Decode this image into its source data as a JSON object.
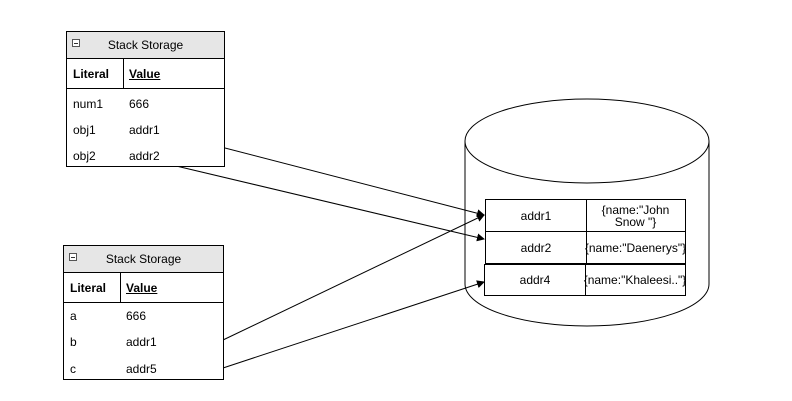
{
  "stack_tables": [
    {
      "title": "Stack Storage",
      "col_literal": "Literal",
      "col_value": "Value",
      "rows": [
        {
          "literal": "num1",
          "value": "666"
        },
        {
          "literal": "obj1",
          "value": "addr1"
        },
        {
          "literal": "obj2",
          "value": "addr2"
        }
      ]
    },
    {
      "title": "Stack Storage",
      "col_literal": "Literal",
      "col_value": "Value",
      "rows": [
        {
          "literal": "a",
          "value": "666"
        },
        {
          "literal": "b",
          "value": "addr1"
        },
        {
          "literal": "c",
          "value": "addr5"
        }
      ]
    }
  ],
  "heap": {
    "rows": [
      {
        "addr": "addr1",
        "object": "{name:\"John Snow \"}"
      },
      {
        "addr": "addr2",
        "object": "{name:\"Daenerys\"}"
      },
      {
        "addr": "addr4",
        "object": "{name:\"Khaleesi..\"}"
      }
    ]
  }
}
